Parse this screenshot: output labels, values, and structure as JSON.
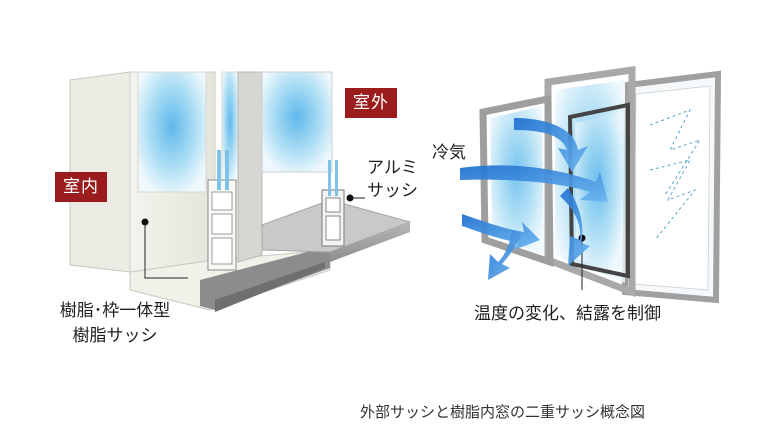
{
  "labels": {
    "indoor": "室内",
    "outdoor": "室外",
    "aluminum_line1": "アルミ",
    "aluminum_line2": "サッシ",
    "resin_line1": "樹脂･枠一体型",
    "resin_line2": "樹脂サッシ",
    "cold_air": "冷気",
    "effect": "温度の変化、結露を制御",
    "caption": "外部サッシと樹脂内窓の二重サッシ概念図"
  },
  "colors": {
    "tag_bg": "#9b1c1c",
    "glass": "#8fd0ee",
    "arrow": "#3a8fd8",
    "frame": "#a9a9a9"
  },
  "icons": {
    "arrow": "cold-air-arrow-icon"
  }
}
